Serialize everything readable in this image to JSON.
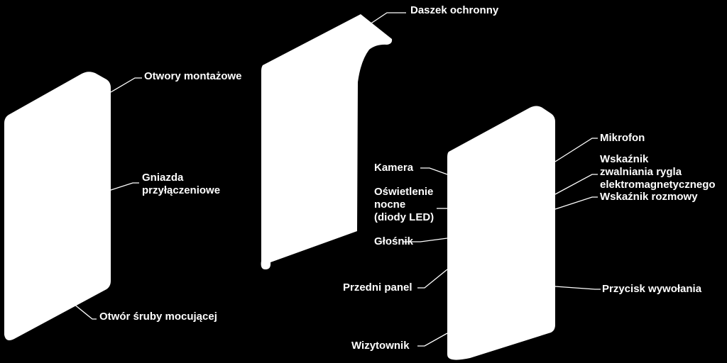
{
  "labels": {
    "daszek_ochronny": "Daszek ochronny",
    "otwory_montazowe": "Otwory montażowe",
    "gniazda_line1": "Gniazda",
    "gniazda_line2": "przyłączeniowe",
    "otwor_sruby": "Otwór śruby mocującej",
    "mikrofon": "Mikrofon",
    "wskaznik_rygla_line1": "Wskaźnik",
    "wskaznik_rygla_line2": "zwalniania rygla",
    "wskaznik_rygla_line3": "elektromagnetycznego",
    "wskaznik_rozmowy": "Wskaźnik rozmowy",
    "kamera": "Kamera",
    "oswietlenie_line1": "Oświetlenie",
    "oswietlenie_line2": "nocne",
    "oswietlenie_line3": "(diody LED)",
    "glosnik": "Głośnik",
    "przedni_panel": "Przedni panel",
    "przycisk": "Przycisk wywołania",
    "wizytownik": "Wizytownik"
  }
}
